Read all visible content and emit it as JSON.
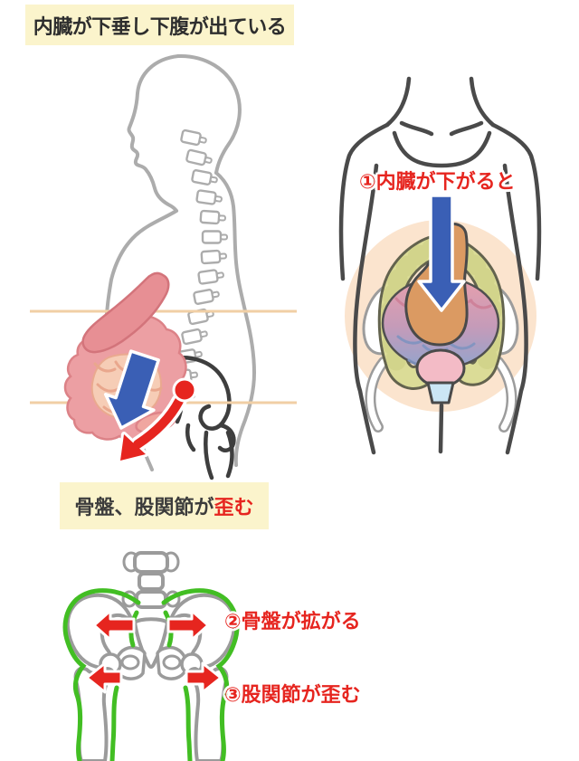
{
  "title": "内臓が下垂し下腹が出ている",
  "labels": {
    "step1": "①内臓が下がると",
    "step2": "②骨盤が拡がる",
    "step3": "③股関節が歪む",
    "pelvis_caption_prefix": "骨盤、股関節が",
    "pelvis_caption_highlight": "歪む"
  },
  "colors": {
    "caption_bg": "#fbf4cc",
    "accent_red": "#e6251f",
    "arrow_blue": "#3a5fb5",
    "highlight_green": "#42be23",
    "guide_line_tan": "#f1cfa5",
    "silhouette_gray": "#acacac",
    "torso_outline_gray": "#4a4a4a",
    "belly_circle_peach": "#fbe4ce"
  },
  "figures": {
    "left": "side-view-body-with-sagging-organs",
    "right": "front-torso-with-dropped-organs",
    "bottom": "pelvis-and-hip-joints-skeleton"
  }
}
